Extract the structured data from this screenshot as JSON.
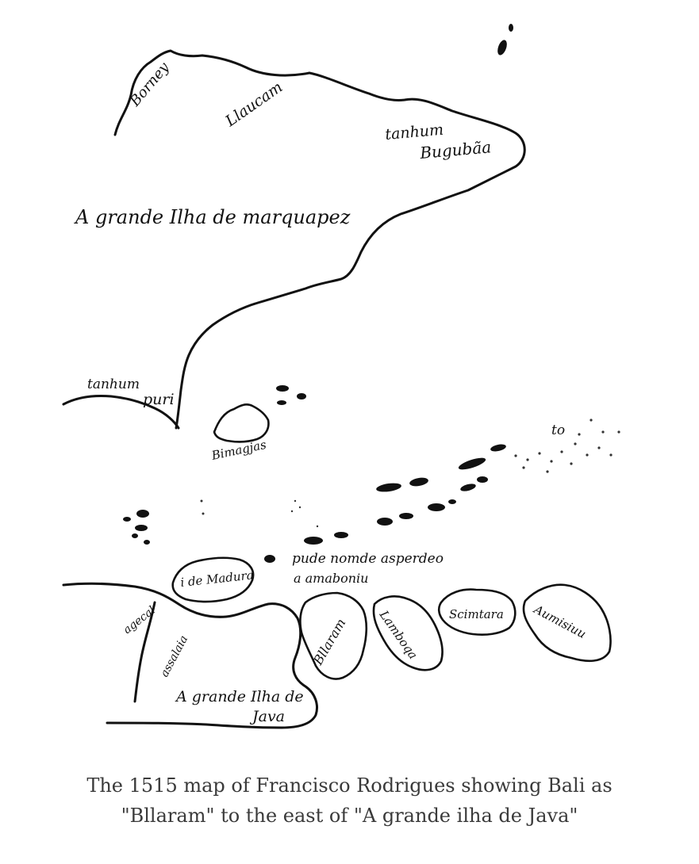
{
  "map": {
    "labels": {
      "borney": "Borney",
      "llaucam": "Llaucam",
      "tanjung_bunguran_1": "tanhum",
      "tanjung_bunguran_2": "Bugubãa",
      "grande_ilha": "A grande Ilha de marquapez",
      "tanjung_puri_1": "tanhum",
      "tanjung_puri_2": "puri",
      "island_small": "Bimagjas",
      "to_east": "to",
      "madura": "i de Madura",
      "rede": "pude nomde asperdeo",
      "amaboniu": "a amaboniu",
      "agecal": "agecal",
      "bllaram": "Bllaram",
      "lamboqa": "Lamboqa",
      "scimtara": "Scimtara",
      "aumis": "Aumisiuu",
      "java_1": "A grande Ilha de",
      "java_2": "Java",
      "assalaia": "assalaia"
    }
  },
  "caption": {
    "line1": "The 1515 map of Francisco Rodrigues showing Bali as",
    "line2": "\"Bllaram\" to the east of \"A grande ilha de Java\""
  }
}
